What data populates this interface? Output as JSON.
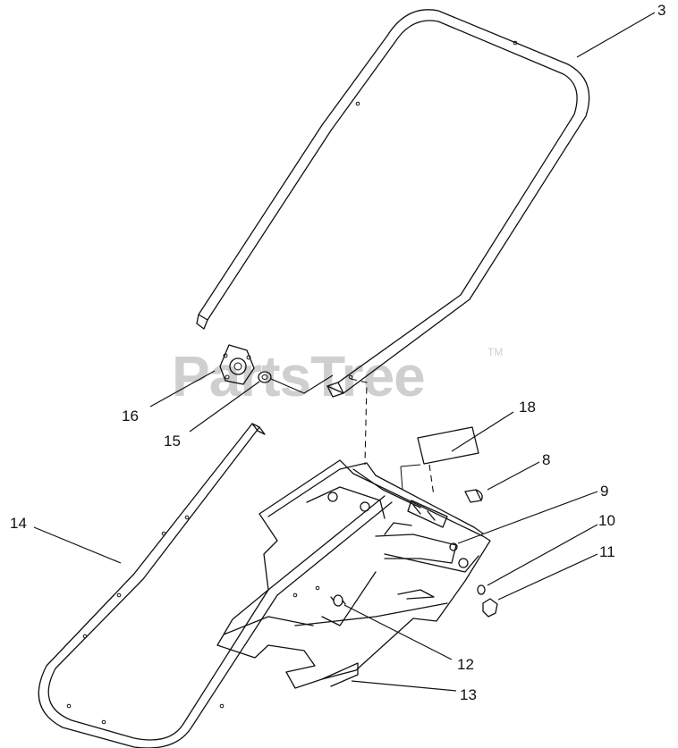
{
  "watermark": {
    "text": "PartsTree",
    "trademark": "TM"
  },
  "callouts": [
    {
      "id": "3",
      "label": "3"
    },
    {
      "id": "18",
      "label": "18"
    },
    {
      "id": "8",
      "label": "8"
    },
    {
      "id": "9",
      "label": "9"
    },
    {
      "id": "10",
      "label": "10"
    },
    {
      "id": "11",
      "label": "11"
    },
    {
      "id": "12",
      "label": "12"
    },
    {
      "id": "13",
      "label": "13"
    },
    {
      "id": "14",
      "label": "14"
    },
    {
      "id": "15",
      "label": "15"
    },
    {
      "id": "16",
      "label": "16"
    }
  ]
}
